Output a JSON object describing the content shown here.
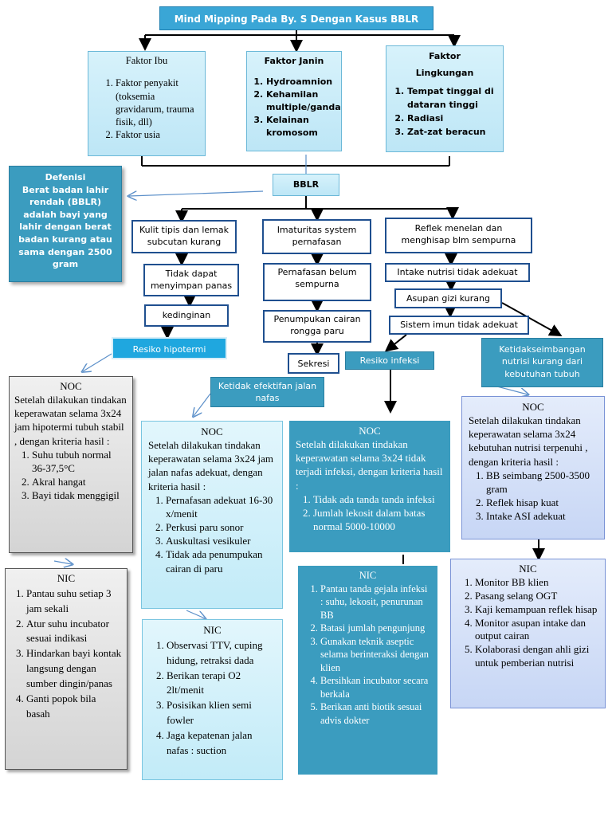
{
  "title": "Mind  Mipping Pada By. S Dengan Kasus BBLR",
  "factors": {
    "ibu": {
      "heading": "Faktor  Ibu",
      "items": [
        "Faktor penyakit (toksemia gravidarum, trauma fisik, dll)",
        "Faktor usia"
      ]
    },
    "janin": {
      "heading": "Faktor  Janin",
      "items": [
        "Hydroamnion",
        "Kehamilan multiple/ganda",
        "Kelainan kromosom"
      ]
    },
    "lingkungan": {
      "heading": "Faktor",
      "heading2": "Lingkungan",
      "items": [
        "Tempat tinggal di dataran tinggi",
        "Radiasi",
        "Zat-zat beracun"
      ]
    }
  },
  "bblr": "BBLR",
  "definition": {
    "heading": "Defenisi",
    "text": "Berat badan lahir rendah (BBLR) adalah bayi yang lahir dengan berat badan kurang atau sama dengan 2500 gram"
  },
  "nodes": {
    "kulit": "Kulit tipis dan lemak subcutan kurang",
    "imaturitas": "Imaturitas system pernafasan",
    "reflek": "Reflek menelan dan menghisap blm sempurna",
    "panas": "Tidak dapat menyimpan panas",
    "pernafasan": "Pernafasan belum sempurna",
    "intake": "Intake nutrisi tidak adekuat",
    "asupan": "Asupan gizi kurang",
    "kedinginan": "kedinginan",
    "penumpukan": "Penumpukan cairan rongga paru",
    "imun": "Sistem imun tidak adekuat",
    "sekresi": "Sekresi"
  },
  "diagnoses": {
    "hipotermi": "Resiko hipotermi",
    "infeksi": "Resiko infeksi",
    "nafas": "Ketidak efektifan jalan nafas",
    "nutrisi": "Ketidakseimbangan nutrisi kurang dari kebutuhan tubuh"
  },
  "noc1": {
    "heading": "NOC",
    "intro": "Setelah dilakukan tindakan keperawatan selama 3x24 jam hipotermi tubuh stabil , dengan kriteria hasil :",
    "items": [
      "Suhu tubuh normal 36-37,5°C",
      "Akral hangat",
      "Bayi tidak menggigil"
    ]
  },
  "noc2": {
    "heading": "NOC",
    "intro": "Setelah dilakukan tindakan keperawatan selama 3x24 jam jalan nafas adekuat, dengan kriteria hasil :",
    "items": [
      "Pernafasan adekuat 16-30 x/menit",
      "Perkusi paru sonor",
      "Auskultasi vesikuler",
      "Tidak ada penumpukan cairan di paru"
    ]
  },
  "noc3": {
    "heading": "NOC",
    "intro": "Setelah dilakukan tindakan keperawatan selama 3x24 tidak terjadi infeksi, dengan kriteria hasil :",
    "items": [
      "Tidak ada tanda tanda infeksi",
      "Jumlah lekosit dalam batas normal 5000-10000"
    ]
  },
  "noc4": {
    "heading": "NOC",
    "intro": "Setelah dilakukan tindakan keperawatan selama 3x24 kebutuhan nutrisi terpenuhi , dengan kriteria hasil :",
    "items": [
      "BB seimbang 2500-3500 gram",
      "Reflek hisap kuat",
      "Intake ASI adekuat"
    ]
  },
  "nic1": {
    "heading": "NIC",
    "items": [
      "Pantau suhu setiap 3 jam sekali",
      "Atur suhu incubator  sesuai indikasi",
      "Hindarkan bayi kontak langsung dengan sumber dingin/panas",
      "Ganti popok bila basah"
    ]
  },
  "nic2": {
    "heading": "NIC",
    "items": [
      "Observasi TTV, cuping hidung, retraksi dada",
      "Berikan terapi O2 2lt/menit",
      "Posisikan klien semi fowler",
      "Jaga kepatenan jalan nafas : suction"
    ]
  },
  "nic3": {
    "heading": "NIC",
    "items": [
      "Pantau tanda gejala infeksi : suhu, lekosit, penurunan BB",
      "Batasi jumlah pengunjung",
      "Gunakan teknik aseptic selama berinteraksi dengan klien",
      "Bersihkan incubator secara berkala",
      "Berikan anti biotik sesuai advis dokter"
    ]
  },
  "nic4": {
    "heading": "NIC",
    "items": [
      "Monitor BB klien",
      "Pasang selang OGT",
      "Kaji kemampuan reflek hisap",
      "Monitor asupan intake dan output cairan",
      "Kolaborasi dengan ahli gizi untuk pemberian nutrisi"
    ]
  }
}
